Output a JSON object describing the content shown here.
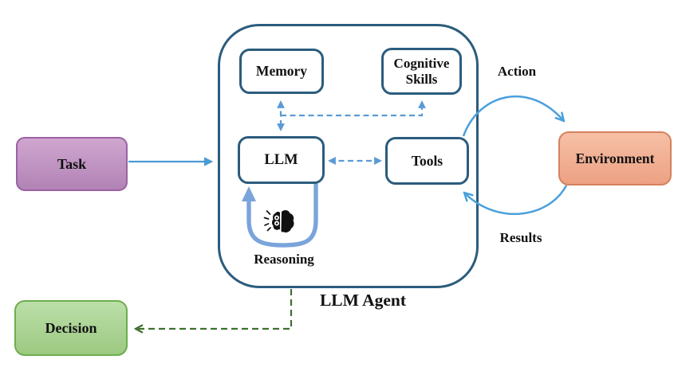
{
  "diagram": {
    "container_label": "LLM Agent",
    "nodes": {
      "task": "Task",
      "memory": "Memory",
      "cognitive_skills": "Cognitive Skills",
      "llm": "LLM",
      "tools": "Tools",
      "environment": "Environment",
      "decision": "Decision"
    },
    "edge_labels": {
      "action": "Action",
      "results": "Results",
      "reasoning": "Reasoning"
    },
    "edges": [
      {
        "from": "Task",
        "to": "LLM Agent",
        "style": "solid",
        "direction": "to"
      },
      {
        "from": "LLM",
        "to": "Memory",
        "style": "dashed",
        "direction": "both"
      },
      {
        "from": "LLM",
        "to": "Cognitive Skills",
        "style": "dashed",
        "direction": "to"
      },
      {
        "from": "LLM",
        "to": "Tools",
        "style": "dashed",
        "direction": "both"
      },
      {
        "from": "LLM",
        "to": "LLM",
        "style": "solid-loop",
        "label": "Reasoning"
      },
      {
        "from": "Tools",
        "to": "Environment",
        "style": "curved",
        "direction": "to",
        "label": "Action"
      },
      {
        "from": "Environment",
        "to": "Tools",
        "style": "curved",
        "direction": "to",
        "label": "Results"
      },
      {
        "from": "LLM Agent",
        "to": "Decision",
        "style": "dashed",
        "direction": "to"
      }
    ]
  },
  "icons": {
    "reasoning_brain": "brain-icon"
  },
  "colors": {
    "bg": "#ffffff",
    "text": "#111111",
    "container-border": "#2b5c7d",
    "box-border": "#2b5c7d",
    "solid-blue": "#4a9ad4",
    "dashed-blue": "#5b9bd5",
    "curve-blue": "#4aa0dc",
    "loop-blue": "#7aa4da",
    "green-arrow": "#3e7030",
    "task-fill-top": "#cfa6cf",
    "task-fill-bottom": "#b283b6",
    "task-border": "#9c62a3",
    "env-fill-top": "#f6c0a6",
    "env-fill-bottom": "#eda183",
    "env-border": "#d5825d",
    "decision-fill-top": "#bcdfa9",
    "decision-fill-bottom": "#9cc981",
    "decision-border": "#6cae4c"
  }
}
